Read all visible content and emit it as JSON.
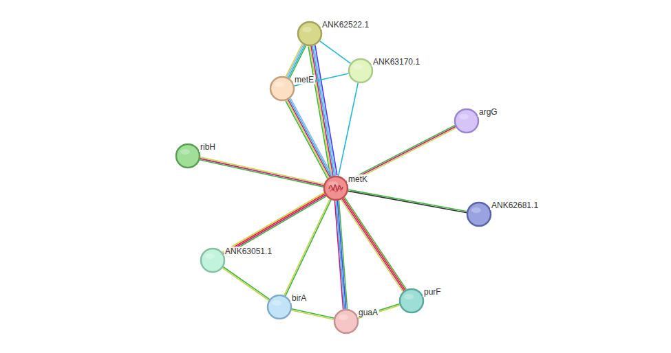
{
  "diagram": {
    "nodes": [
      {
        "text": [
          "metK"
        ]
      },
      {
        "text": [
          "ANK62522.1"
        ]
      },
      {
        "text": [
          "ANK63170.1"
        ]
      },
      {
        "text": [
          "metE"
        ]
      },
      {
        "text": [
          "argG"
        ]
      },
      {
        "text": [
          "ribH"
        ]
      },
      {
        "text": [
          "ANK62681.1"
        ]
      },
      {
        "text": [
          "ANK63051.1"
        ]
      },
      {
        "text": [
          "birA"
        ]
      },
      {
        "text": [
          "guaA"
        ]
      },
      {
        "text": [
          "purF"
        ]
      }
    ],
    "edges": [
      {
        "from": 0,
        "to": 1,
        "arrow": "none"
      },
      {
        "from": 0,
        "to": 2,
        "arrow": "none"
      },
      {
        "from": 0,
        "to": 3,
        "arrow": "none"
      },
      {
        "from": 0,
        "to": 4,
        "arrow": "none"
      },
      {
        "from": 0,
        "to": 5,
        "arrow": "none"
      },
      {
        "from": 0,
        "to": 6,
        "arrow": "none"
      },
      {
        "from": 0,
        "to": 7,
        "arrow": "none"
      },
      {
        "from": 0,
        "to": 8,
        "arrow": "none"
      },
      {
        "from": 0,
        "to": 9,
        "arrow": "none"
      },
      {
        "from": 0,
        "to": 10,
        "arrow": "none"
      },
      {
        "from": 1,
        "to": 3,
        "arrow": "none"
      },
      {
        "from": 1,
        "to": 2,
        "arrow": "none"
      },
      {
        "from": 3,
        "to": 2,
        "arrow": "none"
      },
      {
        "from": 7,
        "to": 8,
        "arrow": "none"
      },
      {
        "from": 8,
        "to": 9,
        "arrow": "none"
      },
      {
        "from": 9,
        "to": 10,
        "arrow": "none"
      }
    ]
  }
}
